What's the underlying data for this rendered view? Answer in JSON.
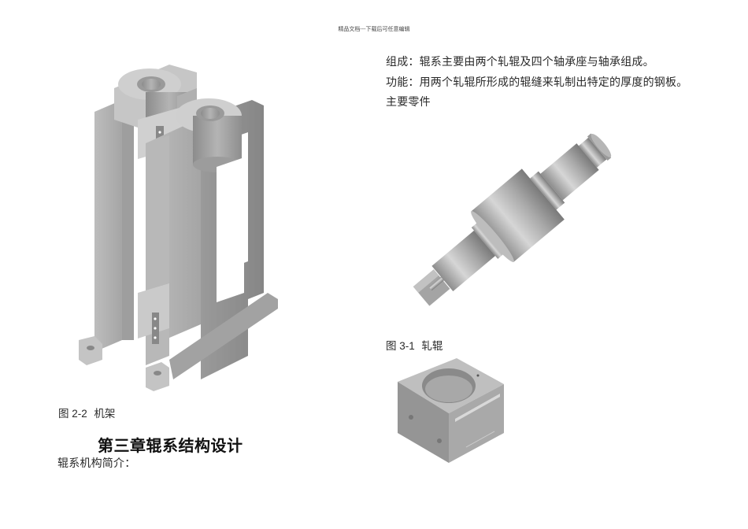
{
  "header": {
    "note": "精品文档---下载后可任意编辑"
  },
  "right_column": {
    "paragraphs": [
      "组成：辊系主要由两个轧辊及四个轴承座与轴承组成。",
      "功能：用两个轧辊所形成的辊缝来轧制出特定的厚度的钢板。",
      "主要零件"
    ],
    "figure_3_1": {
      "number": "图 3-1",
      "title": "轧辊",
      "image_alt": "roll-shaft-3d-render"
    },
    "bearing_seat_figure": {
      "image_alt": "bearing-housing-3d-render"
    }
  },
  "left_column": {
    "figure_2_2": {
      "number": "图 2-2",
      "title": "机架",
      "image_alt": "mill-frame-3d-render"
    },
    "chapter_title": "第三章辊系结构设计",
    "section_intro": "辊系机构简介："
  },
  "colors": {
    "text": "#2a2a2a",
    "render_light": "#c8c8c8",
    "render_mid": "#a9a9a9",
    "render_dark": "#7d7d7d"
  }
}
